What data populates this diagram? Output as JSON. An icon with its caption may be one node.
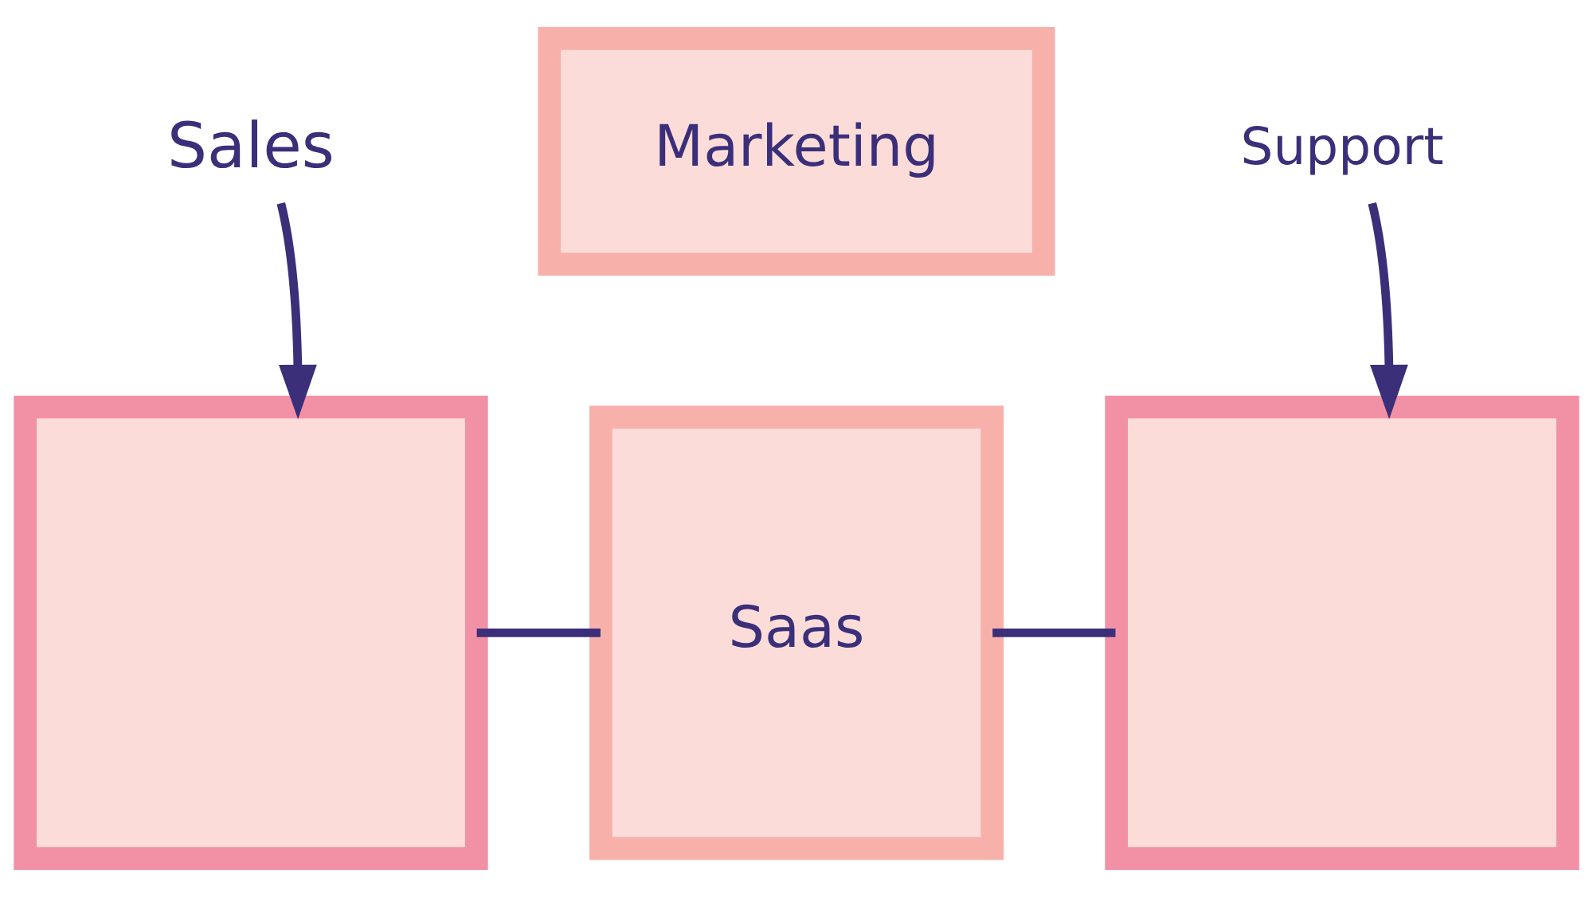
{
  "diagram": {
    "nodes": [
      {
        "text": [
          "Sales"
        ]
      },
      {
        "text": [
          "Marketing"
        ]
      },
      {
        "text": [
          "Support"
        ]
      },
      {
        "text": [],
        "shape": "box"
      },
      {
        "text": [
          "Saas"
        ]
      },
      {
        "text": [],
        "shape": "box"
      }
    ],
    "edges": [
      {
        "from": 0,
        "to": 3,
        "arrow": "to"
      },
      {
        "from": 2,
        "to": 5,
        "arrow": "to"
      },
      {
        "from": 3,
        "to": 4,
        "arrow": "none"
      },
      {
        "from": 4,
        "to": 5,
        "arrow": "none"
      }
    ]
  }
}
